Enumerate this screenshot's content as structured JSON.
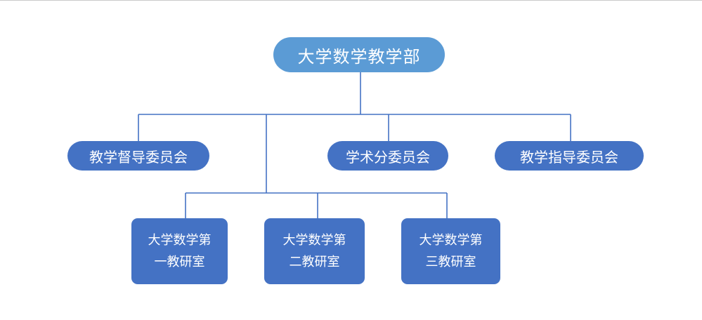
{
  "root": {
    "label": "大学数学教学部"
  },
  "committees": [
    {
      "label": "教学督导委员会"
    },
    {
      "label": "学术分委员会"
    },
    {
      "label": "教学指导委员会"
    }
  ],
  "teaching_offices": [
    {
      "line1": "大学数学第",
      "line2": "一教研室"
    },
    {
      "line1": "大学数学第",
      "line2": "二教研室"
    },
    {
      "line1": "大学数学第",
      "line2": "三教研室"
    }
  ],
  "colors": {
    "root_fill": "#5b9bd5",
    "node_fill": "#4472c4",
    "connector": "#4472c4",
    "text": "#ffffff"
  }
}
